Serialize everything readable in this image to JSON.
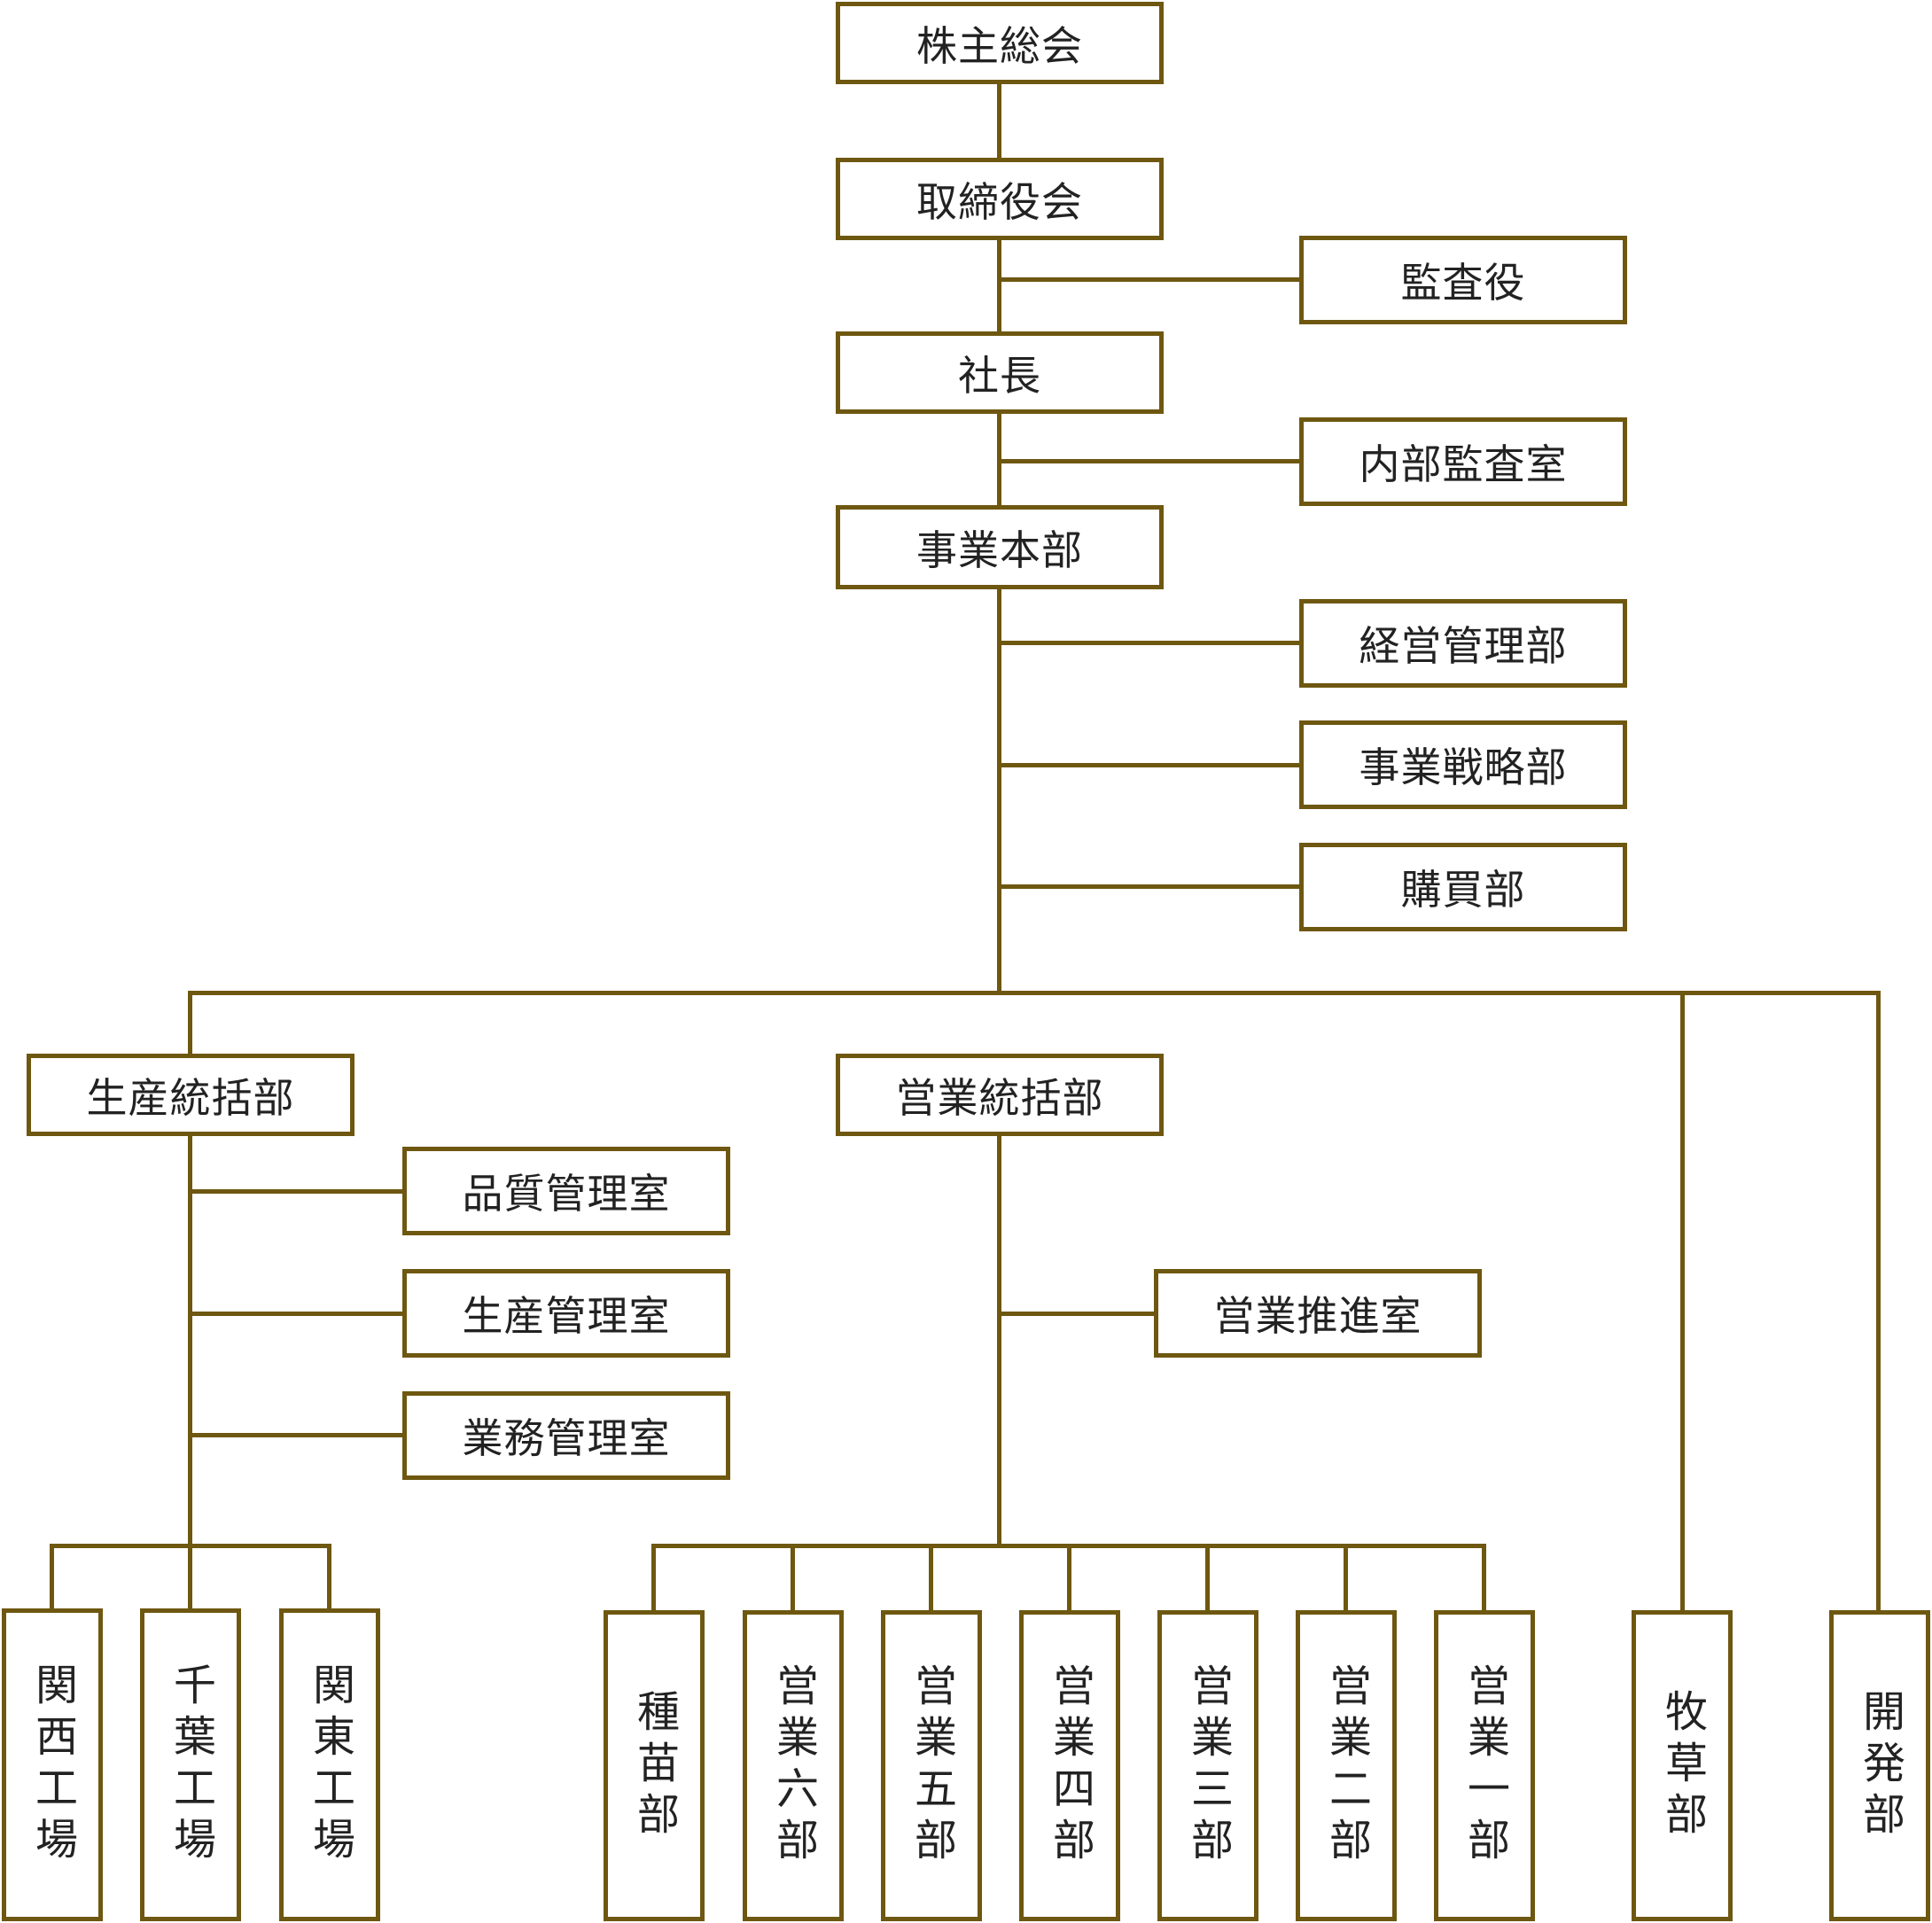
{
  "colors": {
    "line": "#6e5710",
    "text": "#222222",
    "background": "#ffffff"
  },
  "nodes": {
    "shareholders": "株主総会",
    "board": "取締役会",
    "auditor": "監査役",
    "president": "社長",
    "internal_audit": "内部監査室",
    "business_hq": "事業本部",
    "management": "経営管理部",
    "strategy": "事業戦略部",
    "purchasing": "購買部",
    "production_div": "生産統括部",
    "sales_div": "営業統括部",
    "quality": "品質管理室",
    "production_mgmt": "生産管理室",
    "operations_mgmt": "業務管理室",
    "sales_promo": "営業推進室",
    "kansai_factory": "関西工場",
    "chiba_factory": "千葉工場",
    "kanto_factory": "関東工場",
    "seeds": "種苗部",
    "sales6": "営業六部",
    "sales5": "営業五部",
    "sales4": "営業四部",
    "sales3": "営業三部",
    "sales2": "営業二部",
    "sales1": "営業一部",
    "pasture": "牧草部",
    "development": "開発部"
  }
}
